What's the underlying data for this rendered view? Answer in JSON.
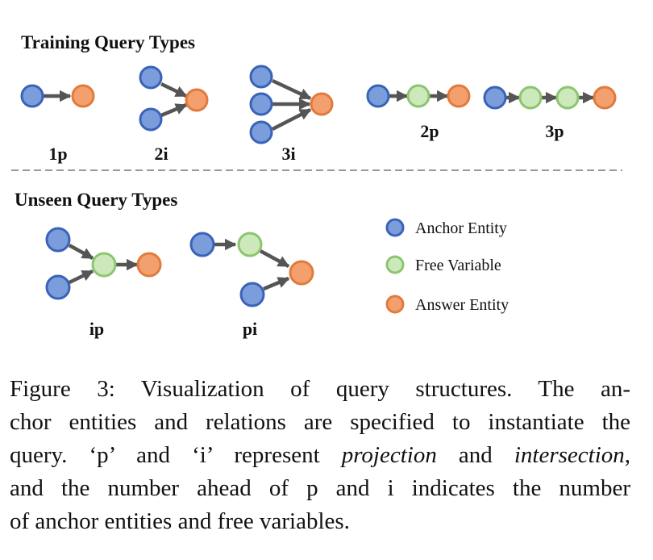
{
  "sections": {
    "training_title": "Training Query Types",
    "unseen_title": "Unseen Query Types"
  },
  "query_labels": {
    "p1": "1p",
    "i2": "2i",
    "i3": "3i",
    "p2": "2p",
    "p3": "3p",
    "ip": "ip",
    "pi": "pi"
  },
  "legend": {
    "anchor": "Anchor Entity",
    "free": "Free Variable",
    "answer": "Answer Entity"
  },
  "colors": {
    "anchor_fill": "#7b9ddb",
    "free_fill": "#cde9bc",
    "answer_fill": "#f4a06e",
    "edge": "#555555"
  },
  "caption": {
    "line1": "Figure 3: Visualization of query structures.  The an-",
    "line2": "chor entities and relations are specified to instantiate the",
    "line3_a": "query. ‘p’ and ‘i’ represent ",
    "line3_em1": "projection",
    "line3_b": " and ",
    "line3_em2": "intersection",
    "line3_c": ",",
    "line4": "and the number ahead of p and i indicates the number",
    "line5": "of anchor entities and free variables."
  }
}
